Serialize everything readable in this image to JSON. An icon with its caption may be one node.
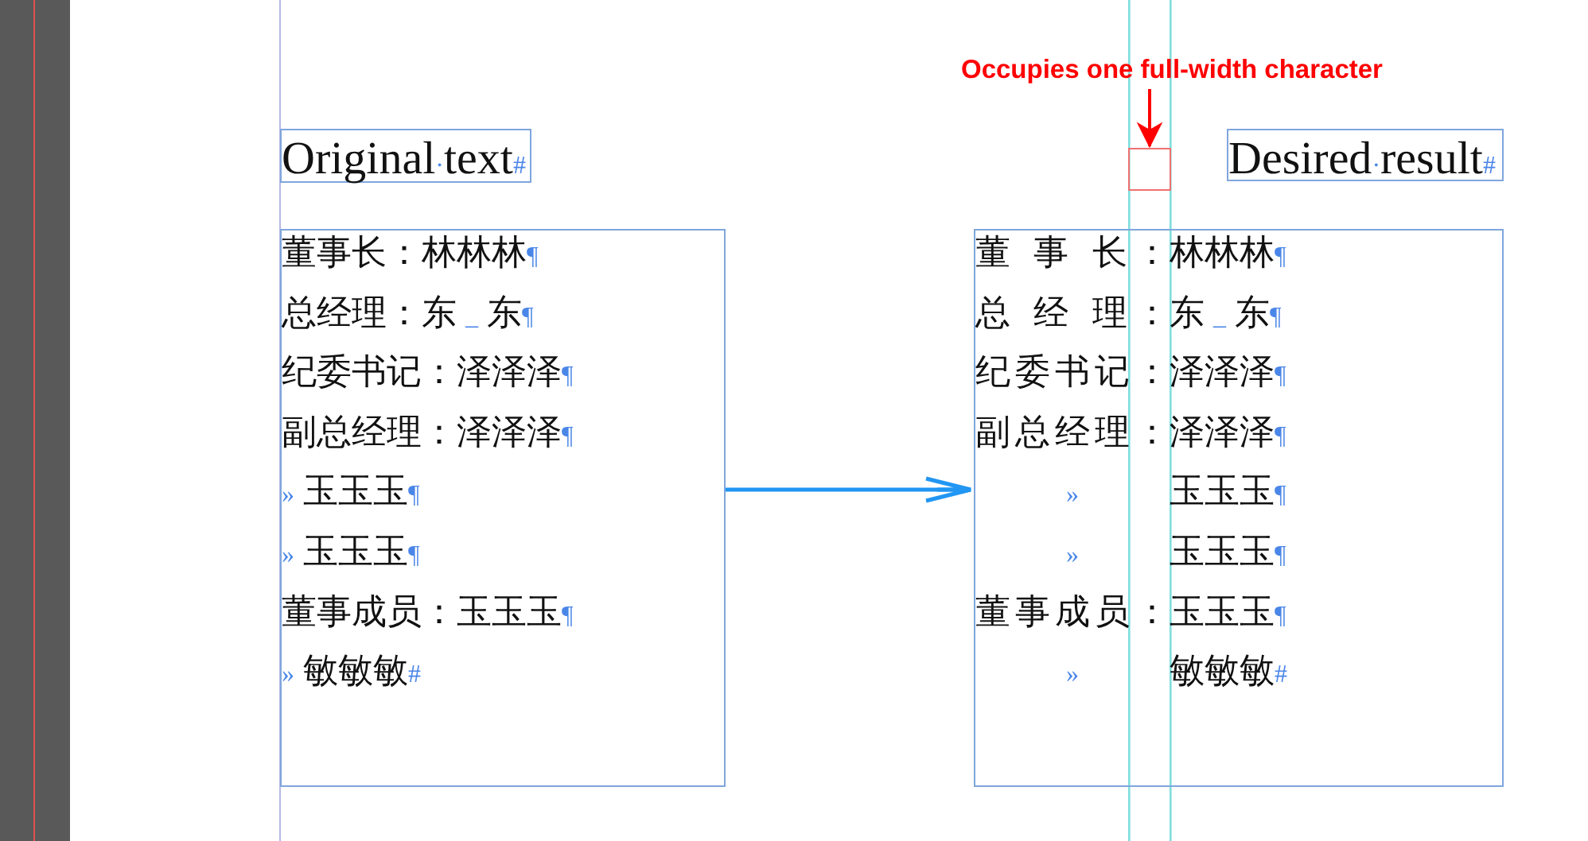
{
  "diagram": {
    "nodes": [
      {
        "text": [
          "Original·text#"
        ]
      },
      {
        "text": [
          "董事长：林林林¶",
          "总经理：东 _ 东¶",
          "纪委书记：泽泽泽¶",
          "副总经理：泽泽泽¶",
          "» 玉玉玉¶",
          "» 玉玉玉¶",
          "董事成员：玉玉玉¶",
          "» 敏敏敏#"
        ]
      },
      {
        "text": [
          "董 事 长：",
          "林林林¶",
          "总 经 理：",
          "东 _ 东¶",
          "纪委书记：",
          "泽泽泽¶",
          "副总经理：",
          "泽泽泽¶",
          "»",
          "玉玉玉¶",
          "»",
          "玉玉玉¶",
          "董事成员：",
          "玉玉玉¶",
          "»",
          "敏敏敏#"
        ]
      },
      {
        "text": [
          "Desired·result#"
        ]
      },
      {
        "text": [],
        "shape": "box"
      },
      {
        "text": [
          "Occupies one full-width character"
        ]
      }
    ],
    "edges": [
      {
        "from": 1,
        "to": 2,
        "arrow": "to",
        "color": "#2196f3"
      },
      {
        "from": 5,
        "to": 4,
        "arrow": "to",
        "color": "#ff0000"
      }
    ]
  }
}
